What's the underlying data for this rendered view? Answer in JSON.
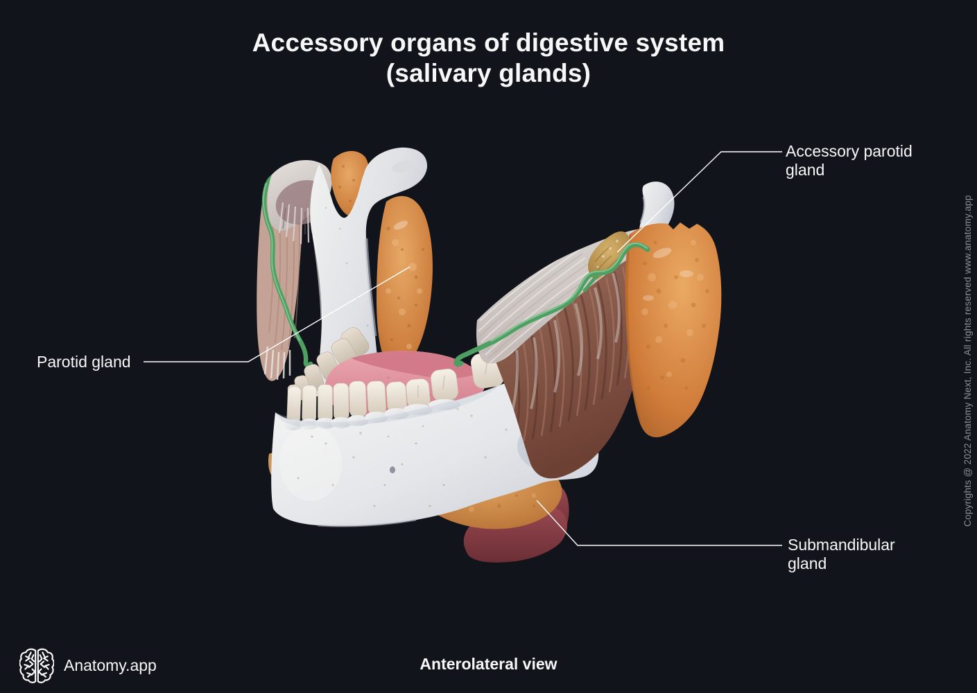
{
  "title": {
    "line1": "Accessory organs of digestive system",
    "line2": "(salivary glands)"
  },
  "annotations": {
    "parotid": {
      "label": "Parotid gland"
    },
    "accessory_parotid": {
      "line1": "Accessory parotid",
      "line2": "gland"
    },
    "submandibular": {
      "line1": "Submandibular",
      "line2": "gland"
    }
  },
  "footer": {
    "brand": "Anatomy.app",
    "caption": "Anterolateral view"
  },
  "watermark": "Copyrights @ 2022 Anatomy Next, Inc. All rights reserved www.anatomy.app",
  "colors": {
    "background": "#11141b",
    "text_primary": "#f7f7f8",
    "leader_line": "#ffffff",
    "copyright_text": "#8e9097",
    "duct_green": "#4f9f63",
    "gland_orange": "#d4864a",
    "accessory_tan": "#c9a35b",
    "bone_white": "#e9eaec",
    "teeth_cream": "#efe8dd",
    "muscle_brown": "#7d4b3d",
    "tendon_white": "#d7d2d0",
    "tongue_pink": "#e59aa4",
    "deep_red": "#8c4049"
  }
}
